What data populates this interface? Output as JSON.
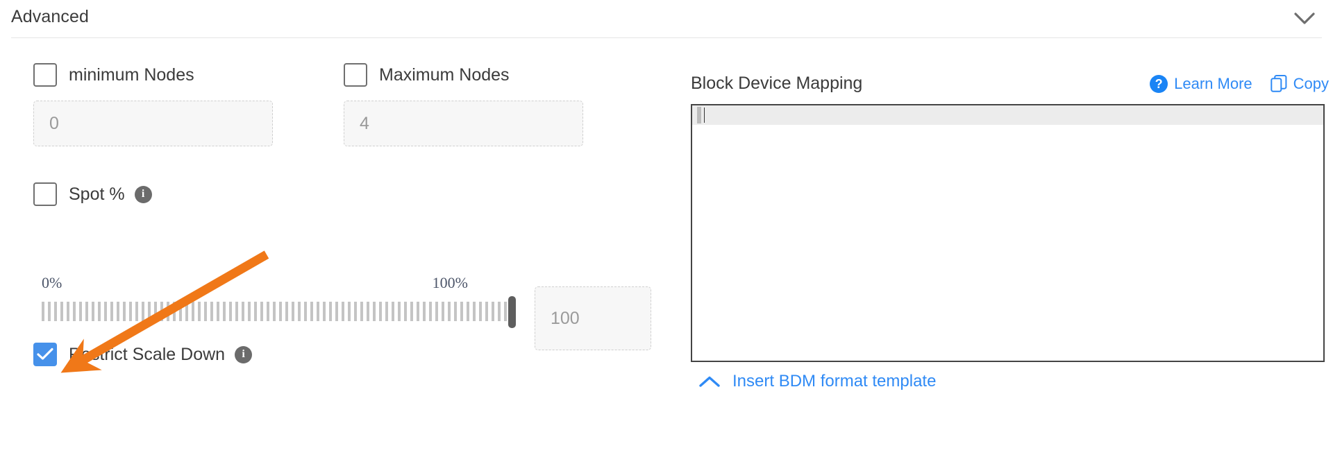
{
  "panel": {
    "title": "Advanced",
    "collapse_icon": "chevron-down-icon"
  },
  "left": {
    "min_nodes": {
      "label": "minimum Nodes",
      "checked": false,
      "input_placeholder": "0"
    },
    "max_nodes": {
      "label": "Maximum Nodes",
      "checked": false,
      "input_placeholder": "4"
    },
    "spot": {
      "label": "Spot %",
      "checked": false,
      "info_icon": "info-icon",
      "info_glyph": "i"
    },
    "slider": {
      "min_label": "0%",
      "max_label": "100%",
      "value": 100,
      "value_box": "100"
    },
    "restrict_scale_down": {
      "label": "Restrict Scale Down",
      "checked": true,
      "info_icon": "info-icon",
      "info_glyph": "i"
    }
  },
  "right": {
    "bdm_title": "Block Device Mapping",
    "learn_more": {
      "label": "Learn More",
      "icon": "question-mark-icon",
      "glyph": "?"
    },
    "copy": {
      "label": "Copy",
      "icon": "copy-icon"
    },
    "editor_content": "",
    "footer_link": {
      "label": "Insert BDM format template",
      "icon": "chevron-up-icon"
    }
  },
  "annotation": {
    "type": "arrow",
    "color": "#f07818",
    "points_to": "restrict-scale-down-checkbox"
  },
  "colors": {
    "accent_blue": "#2f8af5",
    "checkbox_checked": "#4691ea",
    "annotation_orange": "#f07818",
    "label_text": "#3b3b3b",
    "muted_text": "#9a9a9a",
    "slider_label": "#4c5569"
  }
}
